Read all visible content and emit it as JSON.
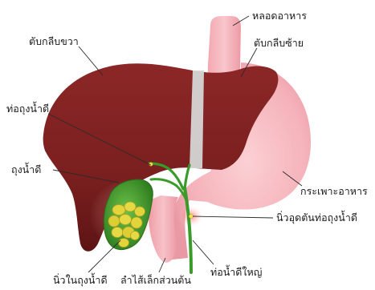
{
  "labels": {
    "esophagus": "หลอดอาหาร",
    "right_lobe": "ตับกลีบขวา",
    "left_lobe": "ตับกลีบซ้าย",
    "bile_duct": "ท่อถุงน้ำดี",
    "gallbladder": "ถุงน้ำดี",
    "stomach": "กระเพาะอาหาร",
    "cystic_duct_stone": "นิ่วอุดตันท่อถุงน้ำดี",
    "common_bile_duct": "ท่อน้ำดีใหญ่",
    "gallstones": "นิ่วในถุงน้ำดี",
    "duodenum": "ลำไส้เล็กส่วนต้น"
  },
  "colors": {
    "liver": "#7a1f1f",
    "liver_dark": "#5e1414",
    "stomach": "#f6b6bd",
    "gallbladder_wall": "#3f9a2d",
    "gallstone": "#e0d23a",
    "bile_duct": "#3a9a2a",
    "ligament": "#d9d9d9"
  }
}
